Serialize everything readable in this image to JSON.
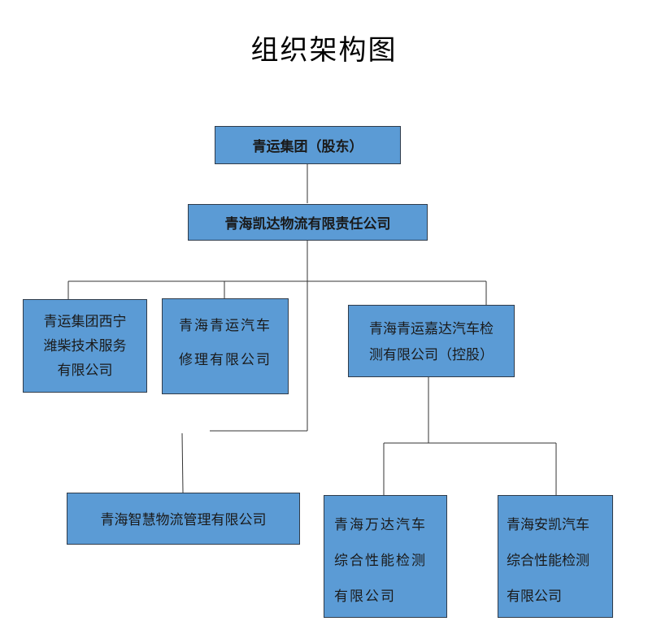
{
  "title": "组织架构图",
  "nodes": {
    "shareholder": "青运集团（股东）",
    "company": "青海凯达物流有限责任公司",
    "xining": [
      "青运集团西宁",
      "潍柴技术服务",
      "有限公司"
    ],
    "repair": [
      "青海青运汽车",
      "修理有限公司"
    ],
    "jiada": [
      "青海青运嘉达汽车检",
      "测有限公司（控股）"
    ],
    "smart": "青海智慧物流管理有限公司",
    "wanda": [
      "青海万达汽车",
      "综合性能检测",
      "有限公司"
    ],
    "ankai": [
      "青海安凯汽车",
      "综合性能检测",
      "有限公司"
    ]
  }
}
